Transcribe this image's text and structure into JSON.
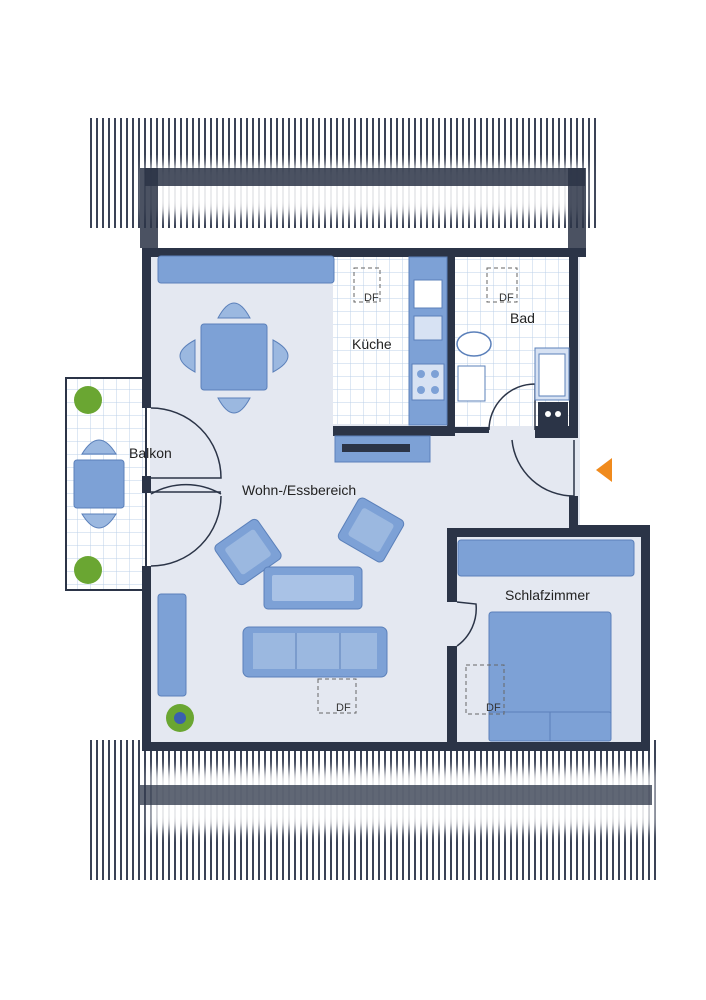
{
  "rooms": {
    "kitchen": "Küche",
    "bath": "Bad",
    "balcony": "Balkon",
    "living": "Wohn-/Essbereich",
    "bedroom": "Schlafzimmer"
  },
  "skylights": {
    "kitchen": "DF",
    "bath": "DF",
    "living": "DF",
    "bedroom": "DF"
  },
  "colors": {
    "wall": "#2b3447",
    "floor": "#e4e8f1",
    "furniture": "#7da1d6",
    "furniture_dark": "#5b80ba",
    "tile_line": "#bcd0e8",
    "entrance_marker": "#f08a1c",
    "plant": "#6aa632"
  }
}
